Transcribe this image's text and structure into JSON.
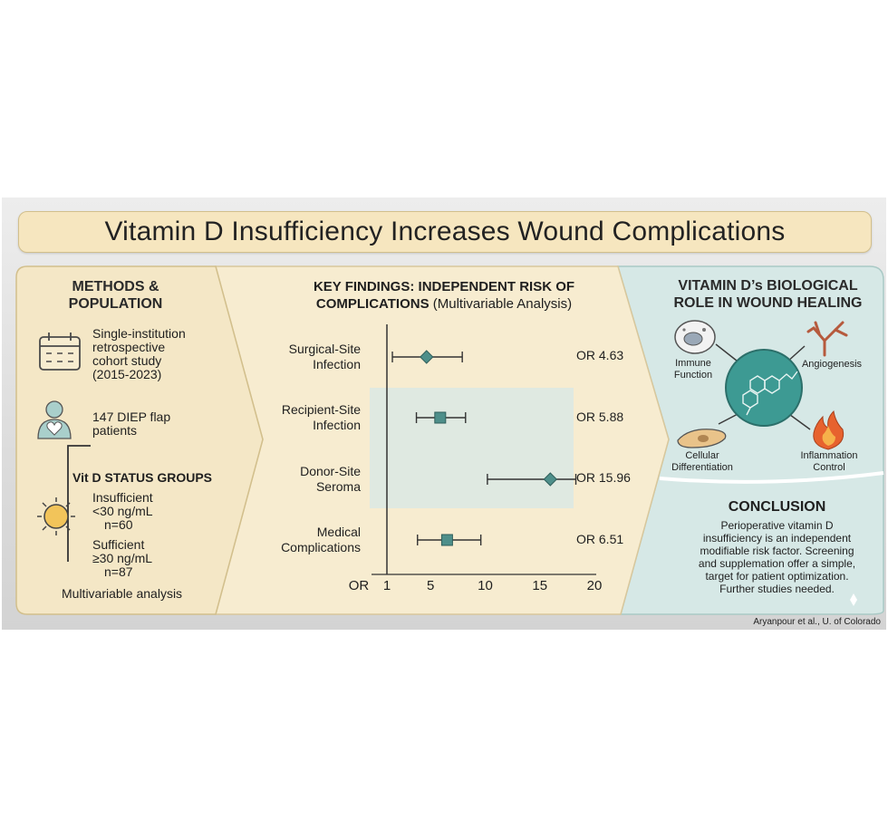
{
  "title": "Vitamin D Insufficiency Increases Wound Complications",
  "methods": {
    "heading_line1": "METHODS &",
    "heading_line2": "POPULATION",
    "study_lines": [
      "Single-institution",
      "retrospective",
      "cohort study",
      "(2015-2023)"
    ],
    "patients_lines": [
      "147 DIEP flap",
      "patients"
    ],
    "groups_heading": "Vit D STATUS GROUPS",
    "insufficient_lines": [
      "Insufficient",
      "<30 ng/mL",
      "n=60"
    ],
    "sufficient_lines": [
      "Sufficient",
      "≥30 ng/mL",
      "n=87"
    ],
    "analysis": "Multivariable analysis",
    "icons": [
      "calendar-icon",
      "patient-heart-icon",
      "sun-icon"
    ]
  },
  "findings": {
    "heading_line1": "KEY FINDINGS: INDEPENDENT RISK OF",
    "heading_line2_bold": "COMPLICATIONS",
    "heading_line2_rest": " (Multivariable Analysis)"
  },
  "chart_data": {
    "type": "forest",
    "x_axis_label": "OR",
    "x_ticks": [
      1,
      5,
      10,
      15,
      20
    ],
    "reference_line": 1,
    "rows": [
      {
        "label_lines": [
          "Surgical-Site",
          "Infection"
        ],
        "or": 4.63,
        "ci": [
          1.5,
          7.9
        ],
        "marker": "diamond",
        "or_label": "OR 4.63"
      },
      {
        "label_lines": [
          "Recipient-Site",
          "Infection"
        ],
        "or": 5.88,
        "ci": [
          3.7,
          8.2
        ],
        "marker": "square",
        "or_label": "OR 5.88"
      },
      {
        "label_lines": [
          "Donor-Site",
          "Seroma"
        ],
        "or": 15.96,
        "ci": [
          10.2,
          18.3
        ],
        "marker": "diamond",
        "or_label": "OR 15.96"
      },
      {
        "label_lines": [
          "Medical",
          "Complications"
        ],
        "or": 6.51,
        "ci": [
          3.8,
          9.6
        ],
        "marker": "square",
        "or_label": "OR 6.51"
      }
    ],
    "colors": {
      "marker": "#4e8f8a",
      "highlight": "#d7e8e4"
    }
  },
  "biology": {
    "heading_line1": "VITAMIN D’s BIOLOGICAL",
    "heading_line2": "ROLE IN WOUND HEALING",
    "immune_lines": [
      "Immune",
      "Function"
    ],
    "angiogenesis": "Angiogenesis",
    "cellular_lines": [
      "Cellular",
      "Differentiation"
    ],
    "inflammation_lines": [
      "Inflammation",
      "Control"
    ],
    "icons": [
      "immune-cell-icon",
      "vessel-branch-icon",
      "molecule-icon",
      "cell-icon",
      "flame-icon"
    ]
  },
  "conclusion": {
    "heading": "CONCLUSION",
    "lines": [
      "Perioperative vitamin D",
      "insufficiency is an independent",
      "modifiable risk factor. Screening",
      "and supplemation offer a simple,",
      "target for patient optimization.",
      "Further studies needed."
    ]
  },
  "credit": "Aryanpour et al., U. of Colorado",
  "colors": {
    "cream": "#f7ecd0",
    "teal_panel": "#d6e8e6",
    "accent_teal": "#3d9a93"
  }
}
